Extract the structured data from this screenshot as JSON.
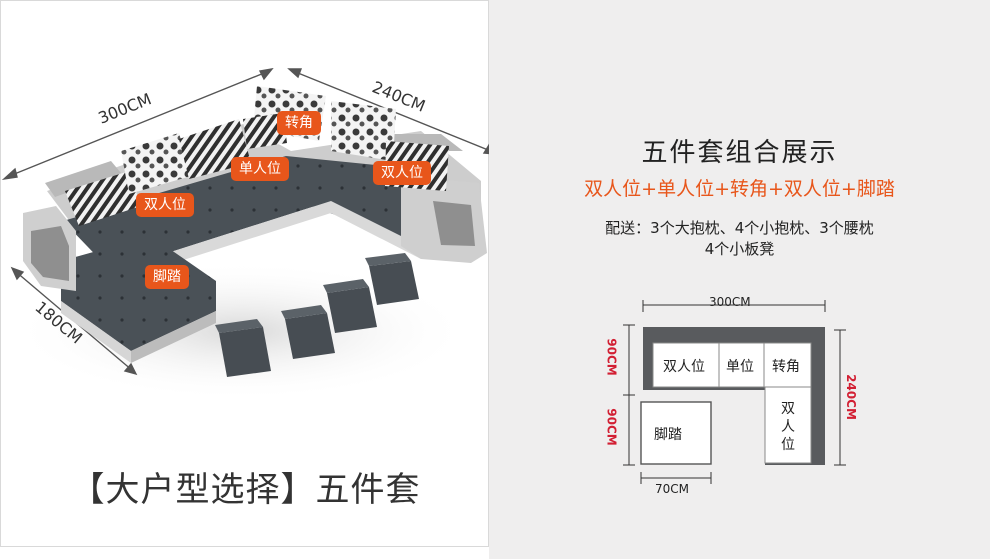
{
  "left": {
    "dimensions": {
      "top_left": "300CM",
      "top_right": "240CM",
      "left": "180CM"
    },
    "tags": {
      "double_left": "双人位",
      "single": "单人位",
      "corner": "转角",
      "double_right": "双人位",
      "footrest": "脚踏"
    },
    "bottom_title": "【大户型选择】五件套"
  },
  "right": {
    "title": "五件套组合展示",
    "subtitle": "双人位+单人位+转角+双人位+脚踏",
    "delivery_line1": "配送：3个大抱枕、4个小抱枕、3个腰枕",
    "delivery_line2": "4个小板凳",
    "plan": {
      "width_top": "300CM",
      "height_left_upper": "90CM",
      "height_left_lower": "90CM",
      "height_right": "240CM",
      "width_bottom": "70CM",
      "double_seat": "双人位",
      "single_seat": "单位",
      "corner": "转角",
      "footrest": "脚踏",
      "vertical_double": [
        "双",
        "人",
        "位"
      ]
    }
  },
  "colors": {
    "accent": "#e8561b",
    "dim_red": "#d21f33",
    "sofa_dark": "#3f454b",
    "sofa_light": "#c9c9c9",
    "panel_bg": "#efeeee"
  }
}
